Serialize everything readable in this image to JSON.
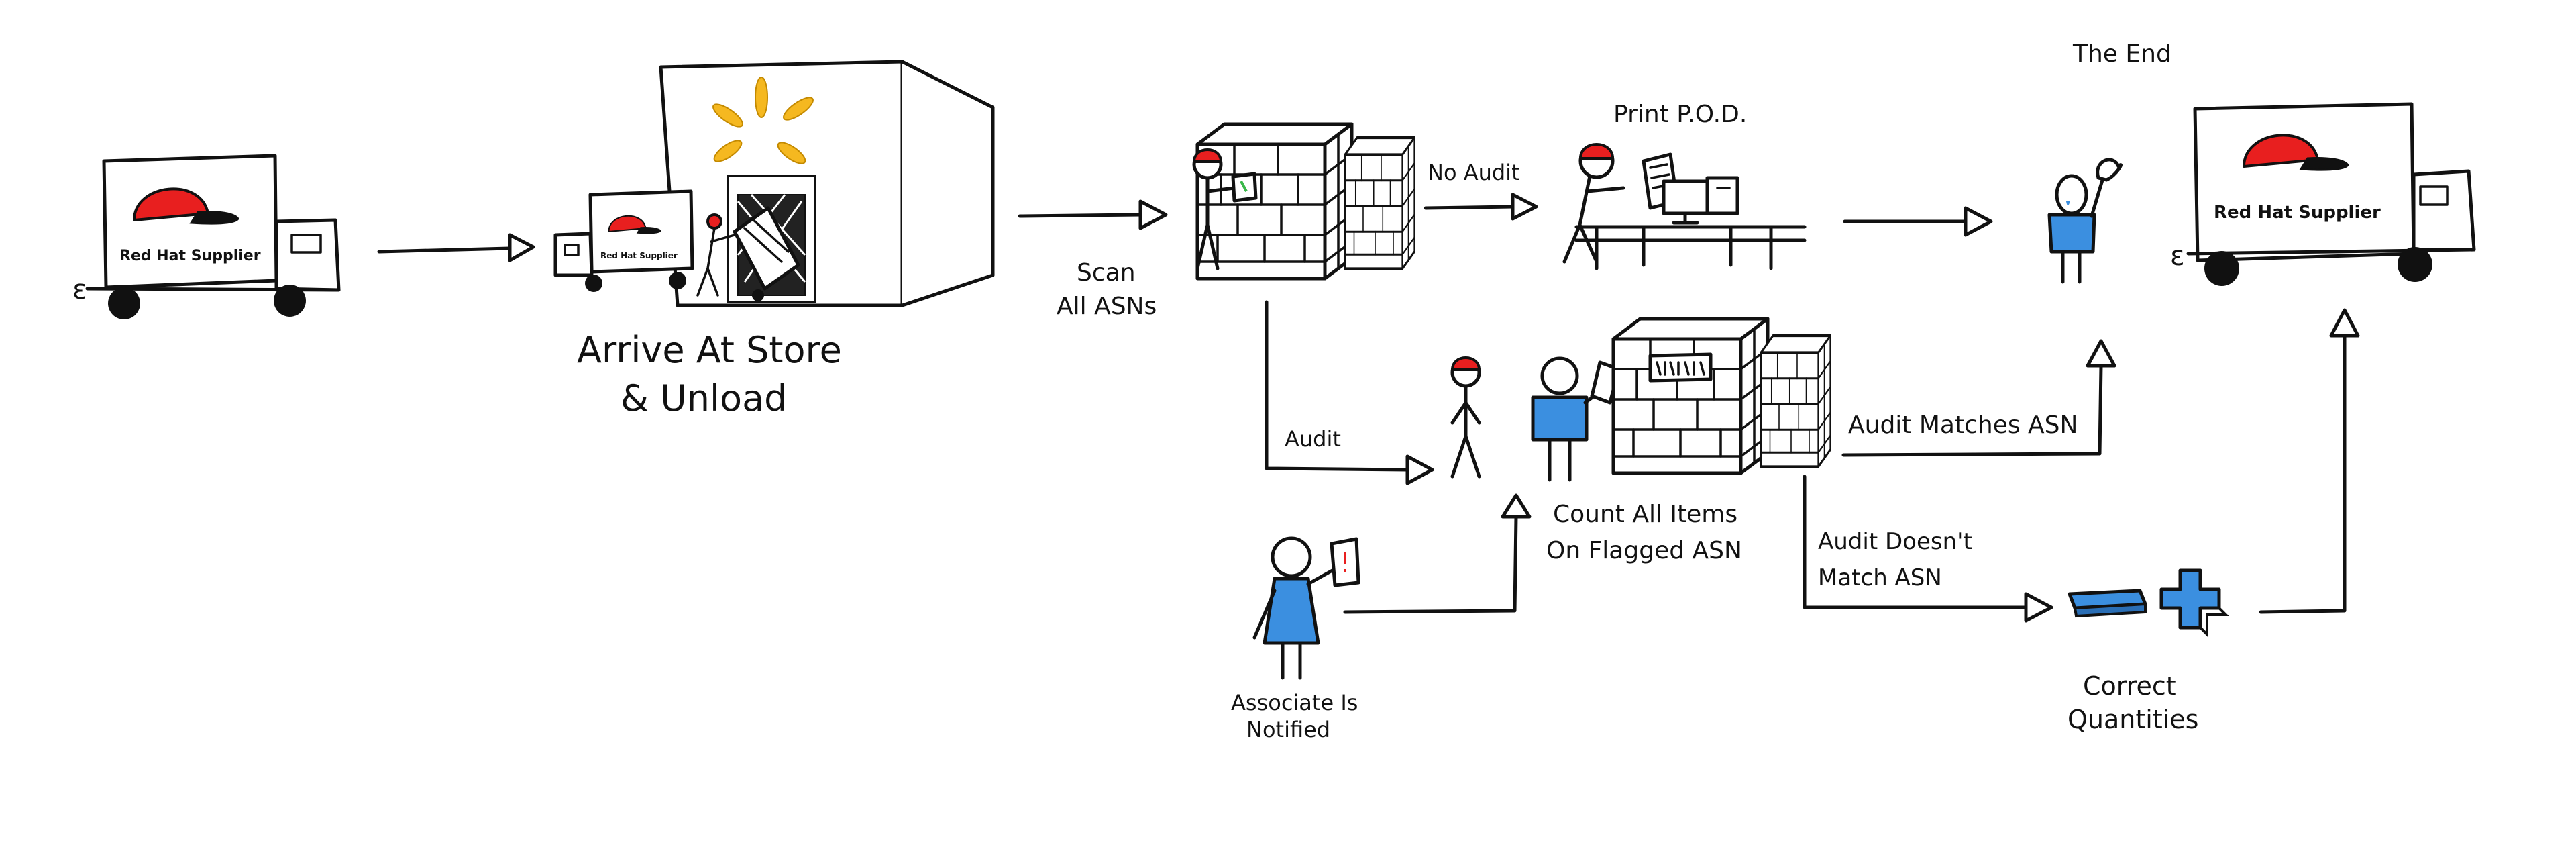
{
  "labels": {
    "truck_left": "Red Hat Supplier",
    "truck_small": "Red Hat Supplier",
    "truck_right": "Red Hat Supplier",
    "arrive_line1": "Arrive At Store",
    "arrive_line2": "& Unload",
    "scan_line1": "Scan",
    "scan_line2": "All ASNs",
    "no_audit": "No Audit",
    "print_pod": "Print P.O.D.",
    "the_end": "The End",
    "audit": "Audit",
    "count_line1": "Count All Items",
    "count_line2": "On Flagged ASN",
    "associate_line1": "Associate Is",
    "associate_line2": "Notified",
    "audit_matches": "Audit Matches ASN",
    "audit_doesnt_line1": "Audit Doesn't",
    "audit_doesnt_line2": "Match ASN",
    "correct_line1": "Correct",
    "correct_line2": "Quantities"
  },
  "icons": {
    "truck": "delivery-truck-icon",
    "store": "store-building-icon",
    "pallet": "box-pallet-icon",
    "worker": "stick-figure-worker-icon",
    "desk": "computer-desk-icon",
    "minus": "minus-sign-icon",
    "plus": "plus-sign-icon",
    "phone": "handheld-device-icon"
  },
  "colors": {
    "ink": "#111111",
    "cap_red": "#e81f1f",
    "shirt_blue": "#3b8fe0",
    "spark_yellow": "#f5b820"
  }
}
